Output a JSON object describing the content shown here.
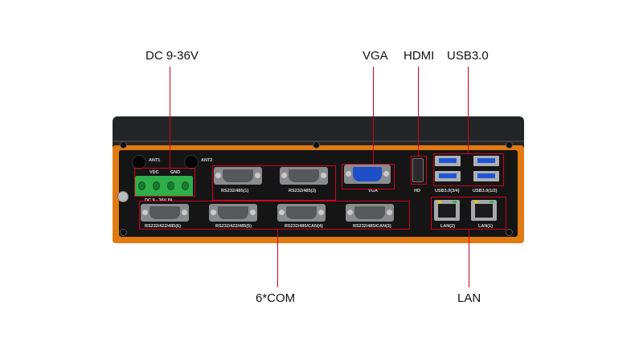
{
  "callouts": {
    "dc": "DC 9-36V",
    "vga": "VGA",
    "hdmi": "HDMI",
    "usb": "USB3.0",
    "com": "6*COM",
    "lan": "LAN"
  },
  "panel_labels": {
    "ant1": "ANT1",
    "ant2": "ANT2",
    "vdc": "VDC",
    "gnd": "GND",
    "dc_in": "DC 9 - 36V IN",
    "com1": "RS232/485(1)",
    "com2": "RS232/485(2)",
    "com3": "RS232/485/CAN(3)",
    "com4": "RS232/485/CAN(4)",
    "com5": "RS232/422/485(5)",
    "com6": "RS232/422/485(6)",
    "vga": "VGA",
    "hdmi": "HD",
    "usb34": "USB3.0(3/4)",
    "usb12": "USB3.0(1/2)",
    "lan2": "LAN(2)",
    "lan1": "LAN(1)"
  },
  "colors": {
    "highlight": "#d0021b",
    "frame_orange": "#e07a12",
    "vga_blue": "#1e4fc8",
    "usb_blue": "#1f56d8",
    "terminal_green": "#2fae4a"
  }
}
